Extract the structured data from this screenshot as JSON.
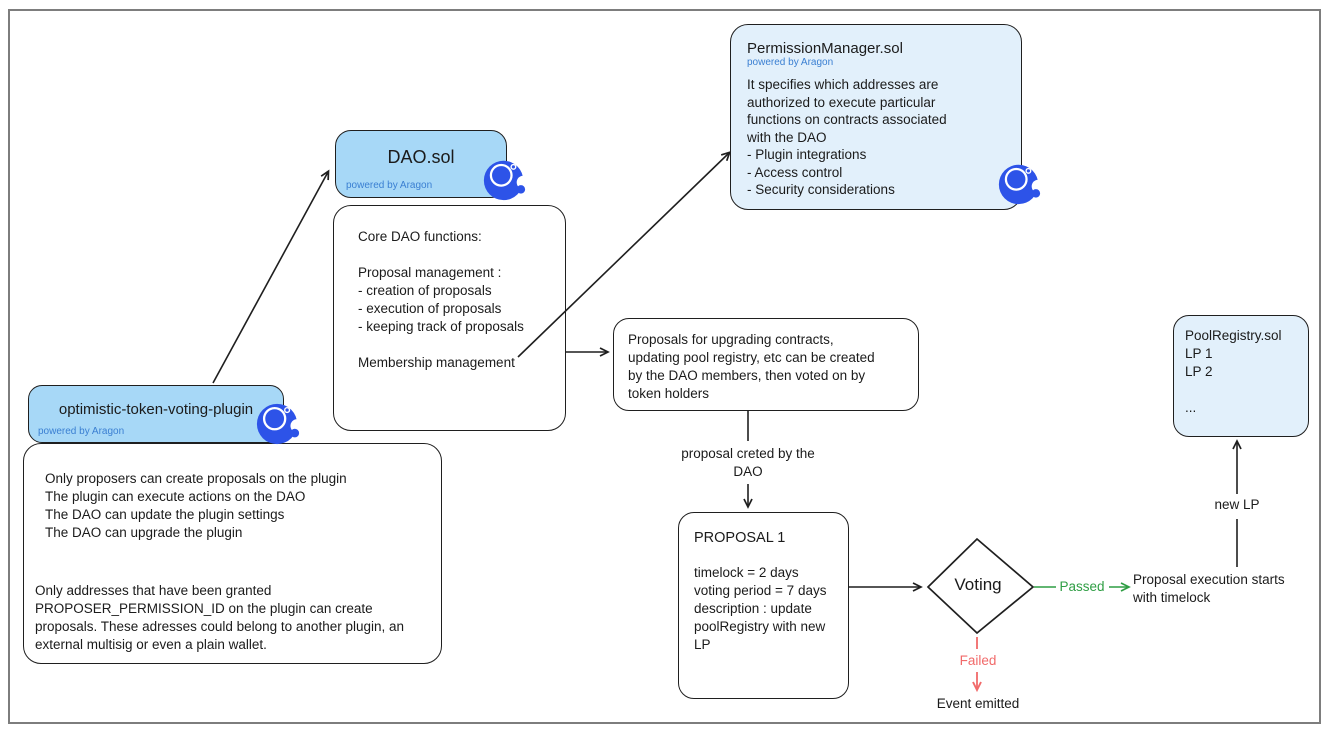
{
  "colors": {
    "header_blue": "#a7d8f7",
    "panel_light_blue": "#e2f0fb",
    "powered_by_blue": "#3a7fd2",
    "aragon_logo_blue": "#2d53e8",
    "passed_green": "#2f9e44",
    "failed_red": "#f16a6a",
    "stroke_dark": "#1f1f1f",
    "frame_gray": "#7d7d7d"
  },
  "cards": {
    "permission_manager": {
      "title": "PermissionManager.sol",
      "powered": "powered by Aragon",
      "body": "It specifies which addresses are\nauthorized to execute particular\nfunctions on contracts associated\nwith the DAO\n- Plugin integrations\n- Access control\n- Security considerations"
    },
    "dao": {
      "title": "DAO.sol",
      "powered": "powered by Aragon"
    },
    "core_functions": {
      "body": "Core DAO functions:\n\nProposal management :\n- creation of proposals\n- execution of proposals\n- keeping track of proposals\n\nMembership management"
    },
    "plugin": {
      "title": "optimistic-token-voting-plugin",
      "powered": "powered by Aragon"
    },
    "plugin_details": {
      "para1": "Only proposers can create proposals on the plugin\nThe plugin can execute actions on the DAO\nThe DAO can update the plugin settings\nThe DAO can upgrade the plugin",
      "para2": "Only addresses that have been granted\nPROPOSER_PERMISSION_ID on the plugin can create\nproposals. These adresses could belong to another plugin, an\nexternal multisig or even a plain wallet."
    },
    "proposals_info": {
      "body": "Proposals for upgrading contracts,\nupdating pool registry, etc can be created\nby the DAO members, then voted on by\ntoken holders"
    },
    "proposal1": {
      "title": "PROPOSAL 1",
      "body": "timelock = 2 days\nvoting period = 7 days\ndescription : update\npoolRegistry with new\nLP"
    },
    "pool_registry": {
      "body": "PoolRegistry.sol\nLP 1\nLP 2\n\n..."
    }
  },
  "labels": {
    "voting": "Voting",
    "passed": "Passed",
    "failed": "Failed",
    "event_emitted": "Event emitted",
    "proposal_created": "proposal creted by the\nDAO",
    "execution": "Proposal execution starts\nwith timelock",
    "new_lp": "new LP"
  },
  "icons": {
    "aragon_logo": "aragon-eagle"
  }
}
